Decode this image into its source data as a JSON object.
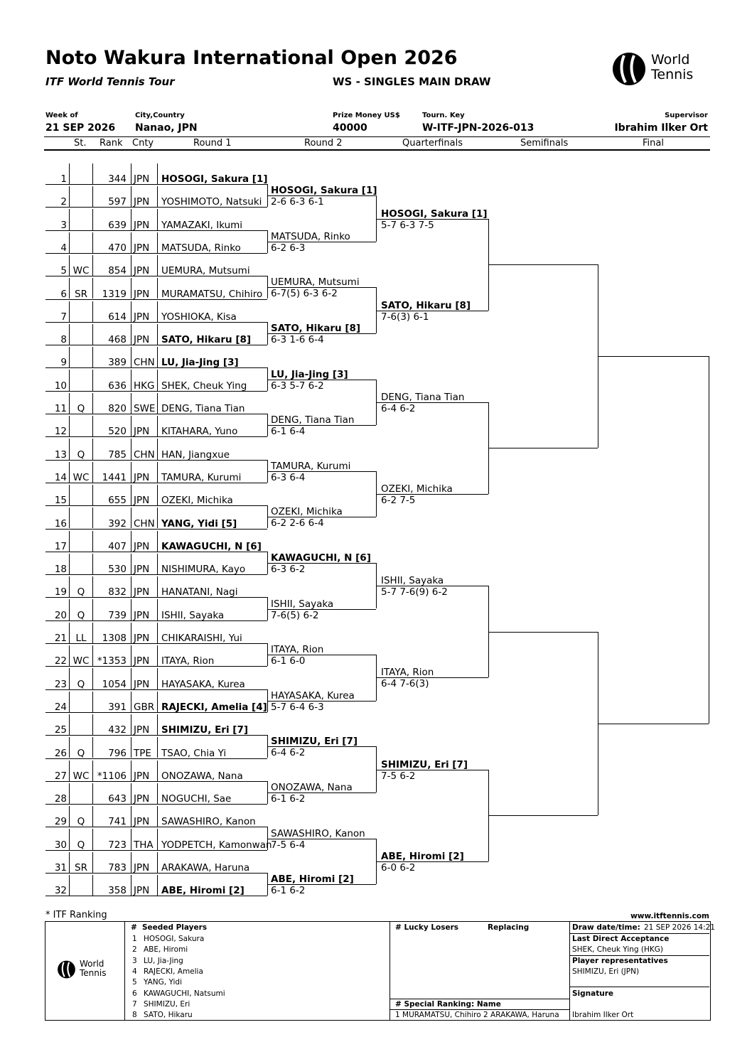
{
  "header": {
    "title": "Noto Wakura International Open 2026",
    "subtitle": "ITF World Tennis Tour",
    "event": "WS - SINGLES MAIN DRAW",
    "logo_text_1": "World",
    "logo_text_2": "Tennis"
  },
  "info": {
    "week_label": "Week of",
    "week_value": "21 SEP 2026",
    "city_label": "City,Country",
    "city_value": "Nanao, JPN",
    "prize_label": "Prize Money US$",
    "prize_value": "40000",
    "key_label": "Tourn. Key",
    "key_value": "W-ITF-JPN-2026-013",
    "supervisor_label": "Supervisor",
    "supervisor_value": "Ibrahim Ilker Ort"
  },
  "columns": {
    "st": "St.",
    "rank": "Rank",
    "cnty": "Cnty",
    "r1": "Round 1",
    "r2": "Round 2",
    "qf": "Quarterfinals",
    "sf": "Semifinals",
    "f": "Final"
  },
  "players": [
    {
      "n": "1",
      "st": "",
      "rank": "344",
      "cnty": "JPN",
      "name": "HOSOGI, Sakura [1]",
      "seed": true
    },
    {
      "n": "2",
      "st": "",
      "rank": "597",
      "cnty": "JPN",
      "name": "YOSHIMOTO, Natsuki",
      "seed": false
    },
    {
      "n": "3",
      "st": "",
      "rank": "639",
      "cnty": "JPN",
      "name": "YAMAZAKI, Ikumi",
      "seed": false
    },
    {
      "n": "4",
      "st": "",
      "rank": "470",
      "cnty": "JPN",
      "name": "MATSUDA, Rinko",
      "seed": false
    },
    {
      "n": "5",
      "st": "WC",
      "rank": "854",
      "cnty": "JPN",
      "name": "UEMURA, Mutsumi",
      "seed": false
    },
    {
      "n": "6",
      "st": "SR",
      "rank": "1319",
      "cnty": "JPN",
      "name": "MURAMATSU, Chihiro",
      "seed": false
    },
    {
      "n": "7",
      "st": "",
      "rank": "614",
      "cnty": "JPN",
      "name": "YOSHIOKA, Kisa",
      "seed": false
    },
    {
      "n": "8",
      "st": "",
      "rank": "468",
      "cnty": "JPN",
      "name": "SATO, Hikaru [8]",
      "seed": true
    },
    {
      "n": "9",
      "st": "",
      "rank": "389",
      "cnty": "CHN",
      "name": "LU, Jia-Jing [3]",
      "seed": true
    },
    {
      "n": "10",
      "st": "",
      "rank": "636",
      "cnty": "HKG",
      "name": "SHEK, Cheuk Ying",
      "seed": false
    },
    {
      "n": "11",
      "st": "Q",
      "rank": "820",
      "cnty": "SWE",
      "name": "DENG, Tiana Tian",
      "seed": false
    },
    {
      "n": "12",
      "st": "",
      "rank": "520",
      "cnty": "JPN",
      "name": "KITAHARA, Yuno",
      "seed": false
    },
    {
      "n": "13",
      "st": "Q",
      "rank": "785",
      "cnty": "CHN",
      "name": "HAN, Jiangxue",
      "seed": false
    },
    {
      "n": "14",
      "st": "WC",
      "rank": "1441",
      "cnty": "JPN",
      "name": "TAMURA, Kurumi",
      "seed": false
    },
    {
      "n": "15",
      "st": "",
      "rank": "655",
      "cnty": "JPN",
      "name": "OZEKI, Michika",
      "seed": false
    },
    {
      "n": "16",
      "st": "",
      "rank": "392",
      "cnty": "CHN",
      "name": "YANG, Yidi [5]",
      "seed": true
    },
    {
      "n": "17",
      "st": "",
      "rank": "407",
      "cnty": "JPN",
      "name": "KAWAGUCHI, N [6]",
      "seed": true
    },
    {
      "n": "18",
      "st": "",
      "rank": "530",
      "cnty": "JPN",
      "name": "NISHIMURA, Kayo",
      "seed": false
    },
    {
      "n": "19",
      "st": "Q",
      "rank": "832",
      "cnty": "JPN",
      "name": "HANATANI, Nagi",
      "seed": false
    },
    {
      "n": "20",
      "st": "Q",
      "rank": "739",
      "cnty": "JPN",
      "name": "ISHII, Sayaka",
      "seed": false
    },
    {
      "n": "21",
      "st": "LL",
      "rank": "1308",
      "cnty": "JPN",
      "name": "CHIKARAISHI, Yui",
      "seed": false
    },
    {
      "n": "22",
      "st": "WC",
      "rank": "*1353",
      "cnty": "JPN",
      "name": "ITAYA, Rion",
      "seed": false
    },
    {
      "n": "23",
      "st": "Q",
      "rank": "1054",
      "cnty": "JPN",
      "name": "HAYASAKA, Kurea",
      "seed": false
    },
    {
      "n": "24",
      "st": "",
      "rank": "391",
      "cnty": "GBR",
      "name": "RAJECKI, Amelia [4]",
      "seed": true
    },
    {
      "n": "25",
      "st": "",
      "rank": "432",
      "cnty": "JPN",
      "name": "SHIMIZU, Eri [7]",
      "seed": true
    },
    {
      "n": "26",
      "st": "Q",
      "rank": "796",
      "cnty": "TPE",
      "name": "TSAO, Chia Yi",
      "seed": false
    },
    {
      "n": "27",
      "st": "WC",
      "rank": "*1106",
      "cnty": "JPN",
      "name": "ONOZAWA, Nana",
      "seed": false
    },
    {
      "n": "28",
      "st": "",
      "rank": "643",
      "cnty": "JPN",
      "name": "NOGUCHI, Sae",
      "seed": false
    },
    {
      "n": "29",
      "st": "Q",
      "rank": "741",
      "cnty": "JPN",
      "name": "SAWASHIRO, Kanon",
      "seed": false
    },
    {
      "n": "30",
      "st": "Q",
      "rank": "723",
      "cnty": "THA",
      "name": "YODPETCH, Kamonwan",
      "seed": false
    },
    {
      "n": "31",
      "st": "SR",
      "rank": "783",
      "cnty": "JPN",
      "name": "ARAKAWA, Haruna",
      "seed": false
    },
    {
      "n": "32",
      "st": "",
      "rank": "358",
      "cnty": "JPN",
      "name": "ABE, Hiromi [2]",
      "seed": true
    }
  ],
  "round2": [
    {
      "name": "HOSOGI, Sakura [1]",
      "score": "2-6 6-3 6-1",
      "seed": true
    },
    {
      "name": "MATSUDA, Rinko",
      "score": "6-2 6-3",
      "seed": false
    },
    {
      "name": "UEMURA, Mutsumi",
      "score": "6-7(5) 6-3 6-2",
      "seed": false
    },
    {
      "name": "SATO, Hikaru [8]",
      "score": "6-3 1-6 6-4",
      "seed": true
    },
    {
      "name": "LU, Jia-Jing [3]",
      "score": "6-3 5-7 6-2",
      "seed": true
    },
    {
      "name": "DENG, Tiana Tian",
      "score": "6-1 6-4",
      "seed": false
    },
    {
      "name": "TAMURA, Kurumi",
      "score": "6-3 6-4",
      "seed": false
    },
    {
      "name": "OZEKI, Michika",
      "score": "6-2 2-6 6-4",
      "seed": false
    },
    {
      "name": "KAWAGUCHI, N [6]",
      "score": "6-3 6-2",
      "seed": true
    },
    {
      "name": "ISHII, Sayaka",
      "score": "7-6(5) 6-2",
      "seed": false
    },
    {
      "name": "ITAYA, Rion",
      "score": "6-1 6-0",
      "seed": false
    },
    {
      "name": "HAYASAKA, Kurea",
      "score": "5-7 6-4 6-3",
      "seed": false
    },
    {
      "name": "SHIMIZU, Eri [7]",
      "score": "6-4 6-2",
      "seed": true
    },
    {
      "name": "ONOZAWA, Nana",
      "score": "6-1 6-2",
      "seed": false
    },
    {
      "name": "SAWASHIRO, Kanon",
      "score": "7-5 6-4",
      "seed": false
    },
    {
      "name": "ABE, Hiromi [2]",
      "score": "6-1 6-2",
      "seed": true
    }
  ],
  "quarterfinals": [
    {
      "name": "HOSOGI, Sakura [1]",
      "score": "5-7 6-3 7-5",
      "seed": true
    },
    {
      "name": "SATO, Hikaru [8]",
      "score": "7-6(3) 6-1",
      "seed": true
    },
    {
      "name": "DENG, Tiana Tian",
      "score": "6-4 6-2",
      "seed": false
    },
    {
      "name": "OZEKI, Michika",
      "score": "6-2 7-5",
      "seed": false
    },
    {
      "name": "ISHII, Sayaka",
      "score": "5-7 7-6(9) 6-2",
      "seed": false
    },
    {
      "name": "ITAYA, Rion",
      "score": "6-4 7-6(3)",
      "seed": false
    },
    {
      "name": "SHIMIZU, Eri [7]",
      "score": "7-5 6-2",
      "seed": true
    },
    {
      "name": "ABE, Hiromi [2]",
      "score": "6-0 6-2",
      "seed": true
    }
  ],
  "footer": {
    "itf_ranking_note": "* ITF Ranking",
    "website": "www.itftennis.com",
    "seeded_header_num": "#",
    "seeded_header": "Seeded Players",
    "seeded": [
      {
        "n": "1",
        "name": "HOSOGI, Sakura"
      },
      {
        "n": "2",
        "name": "ABE, Hiromi"
      },
      {
        "n": "3",
        "name": "LU, Jia-Jing"
      },
      {
        "n": "4",
        "name": "RAJECKI, Amelia"
      },
      {
        "n": "5",
        "name": "YANG, Yidi"
      },
      {
        "n": "6",
        "name": "KAWAGUCHI, Natsumi"
      },
      {
        "n": "7",
        "name": "SHIMIZU, Eri"
      },
      {
        "n": "8",
        "name": "SATO, Hikaru"
      }
    ],
    "lucky_losers_header": "# Lucky Losers",
    "replacing_header": "Replacing",
    "special_ranking_header": "# Special Ranking: Name",
    "special_ranking_value": "1  MURAMATSU, Chihiro  2  ARAKAWA, Haruna",
    "draw_date_label": "Draw date/time:",
    "draw_date_value": "21 SEP 2026 14:21",
    "lda_label": "Last Direct Acceptance",
    "lda_value": "SHEK, Cheuk Ying (HKG)",
    "player_reps_label": "Player representatives",
    "player_reps_value": "SHIMIZU, Eri (JPN)",
    "signature_label": "Signature",
    "signature_value": "Ibrahim Ilker Ort"
  },
  "colors": {
    "text": "#000000",
    "background": "#ffffff"
  }
}
